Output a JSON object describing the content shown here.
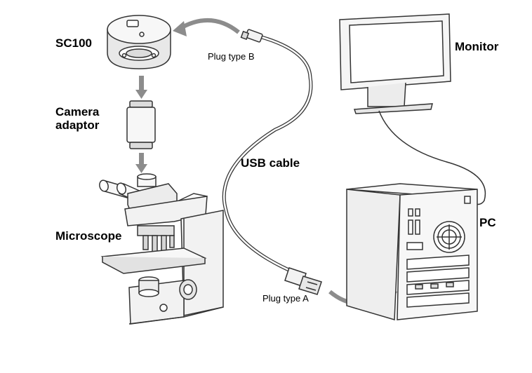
{
  "labels": {
    "sc100": "SC100",
    "camera_adaptor_line1": "Camera",
    "camera_adaptor_line2": "adaptor",
    "microscope": "Microscope",
    "monitor": "Monitor",
    "pc": "PC",
    "usb_cable": "USB cable",
    "plug_type_b": "Plug type B",
    "plug_type_a": "Plug type A"
  },
  "colors": {
    "line": "#333333",
    "fill_light": "#f2f2f2",
    "fill_mid": "#dcdcdc",
    "arrow": "#8c8c8c"
  }
}
